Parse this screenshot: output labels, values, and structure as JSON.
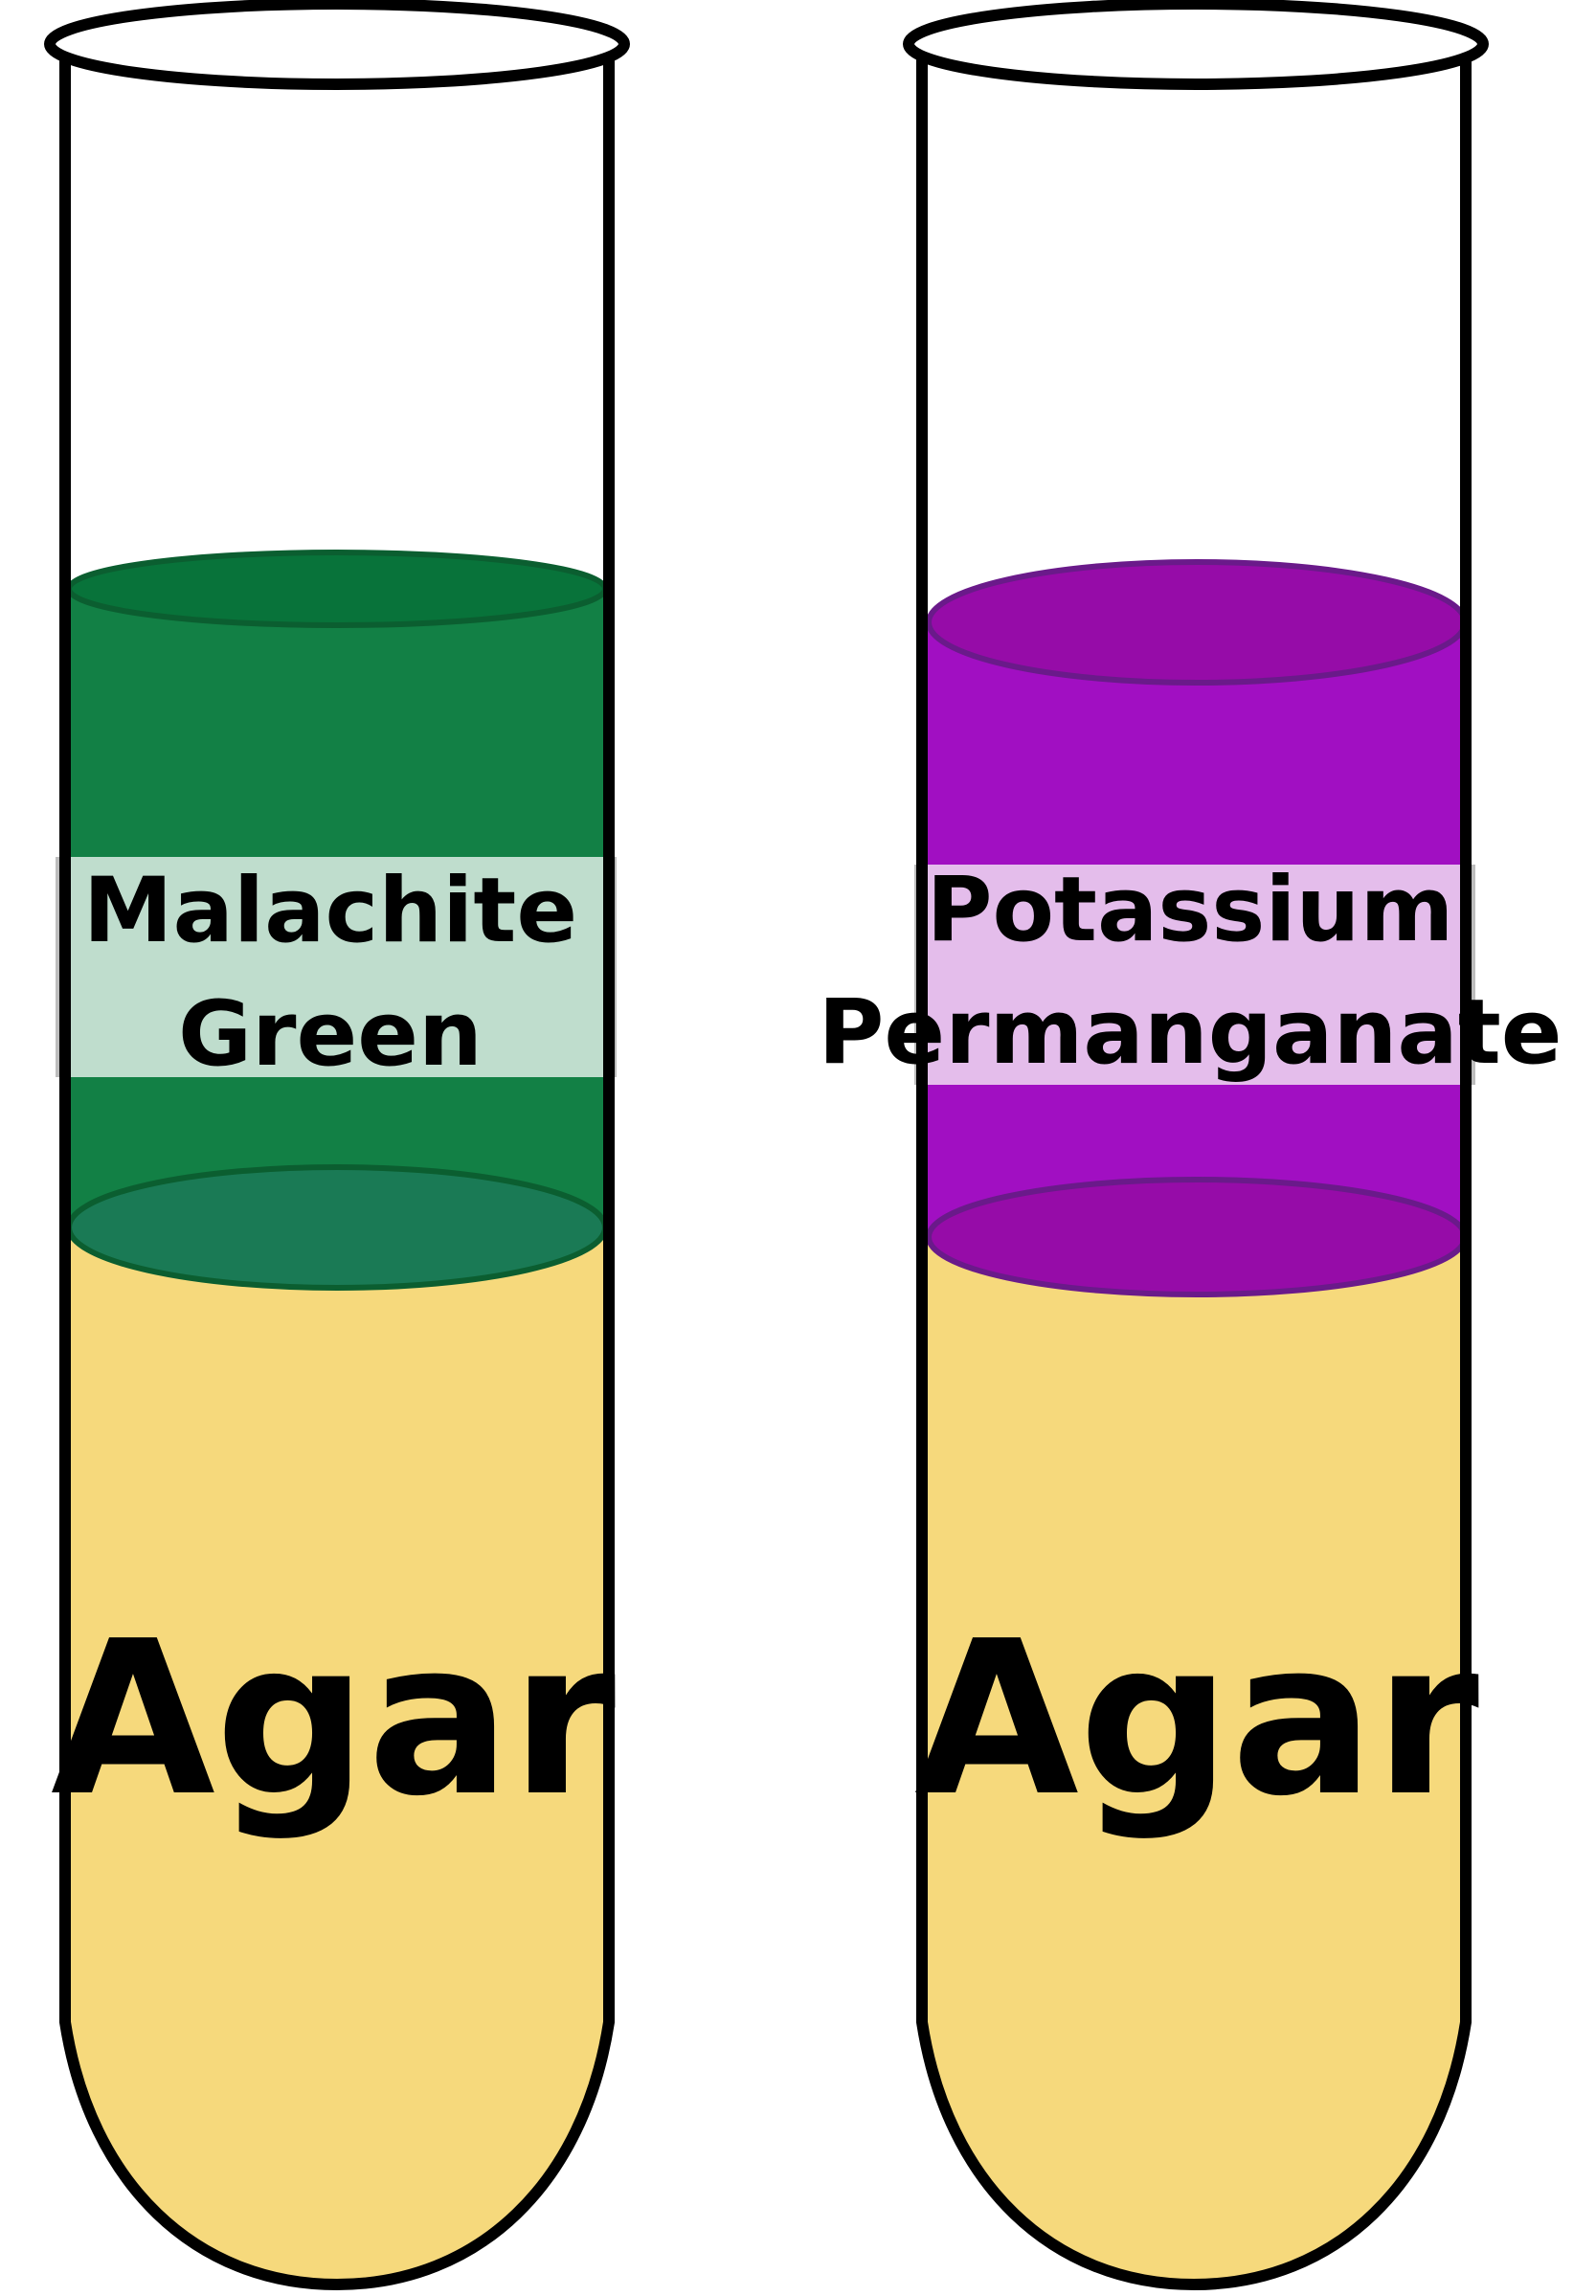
{
  "colors": {
    "outline": "#000000",
    "agar": "#f6d97c",
    "green_dye": "#128045",
    "green_dye_top": "#08733a",
    "green_dye_bottom": "#1a7a55",
    "green_label_band": "#bfddcd",
    "purple_dye": "#a10fc2",
    "purple_dye_top": "#960ca8",
    "purple_dye_bottom": "#960ca8",
    "purple_label_band": "#e4bdeb",
    "band_edge": "#bdbdbd"
  },
  "tubes": [
    {
      "dye": {
        "label_line1": "Malachite",
        "label_line2": "Green",
        "color": "green"
      },
      "medium_label": "Agar"
    },
    {
      "dye": {
        "label_line1": "Potassium",
        "label_line2": "Permanganate",
        "color": "purple"
      },
      "medium_label": "Agar"
    }
  ]
}
